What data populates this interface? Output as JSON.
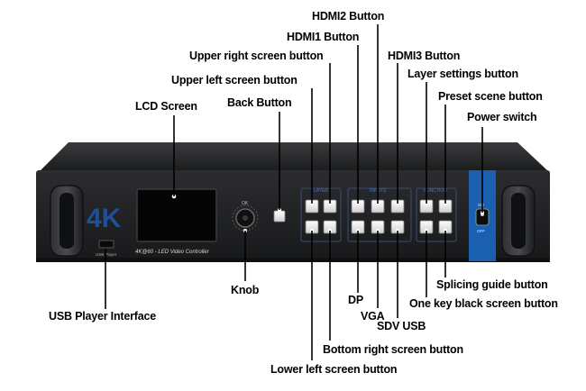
{
  "device": {
    "logo": "4K",
    "model_text": "4K@60 - LED Video Controller",
    "knob_label": "OK",
    "usb_label": "USB Player",
    "group_layer": "LAYER",
    "group_inputs": "INPUTS",
    "group_function": "FUNCTION",
    "power_on": "ON",
    "power_off": "OFF"
  },
  "callouts": {
    "hdmi2": "HDMI2 Button",
    "hdmi1": "HDMI1 Button",
    "hdmi3": "HDMI3 Button",
    "upper_right": "Upper right screen button",
    "layer_settings": "Layer settings button",
    "upper_left": "Upper left screen button",
    "preset_scene": "Preset scene button",
    "lcd": "LCD Screen",
    "back": "Back Button",
    "power": "Power switch",
    "knob": "Knob",
    "splicing": "Splicing guide button",
    "one_key_black": "One key black screen button",
    "dp": "DP",
    "vga": "VGA",
    "sdv_usb": "SDV USB",
    "usb_player": "USB Player Interface",
    "bottom_right": "Bottom right screen button",
    "lower_left": "Lower left screen button"
  },
  "colors": {
    "chassis": "#1c1c1e",
    "front_panel": "#232426",
    "accent_blue": "#1a5fb0",
    "logo_blue": "#1f4f98",
    "button_face": "#e8e8e8"
  }
}
